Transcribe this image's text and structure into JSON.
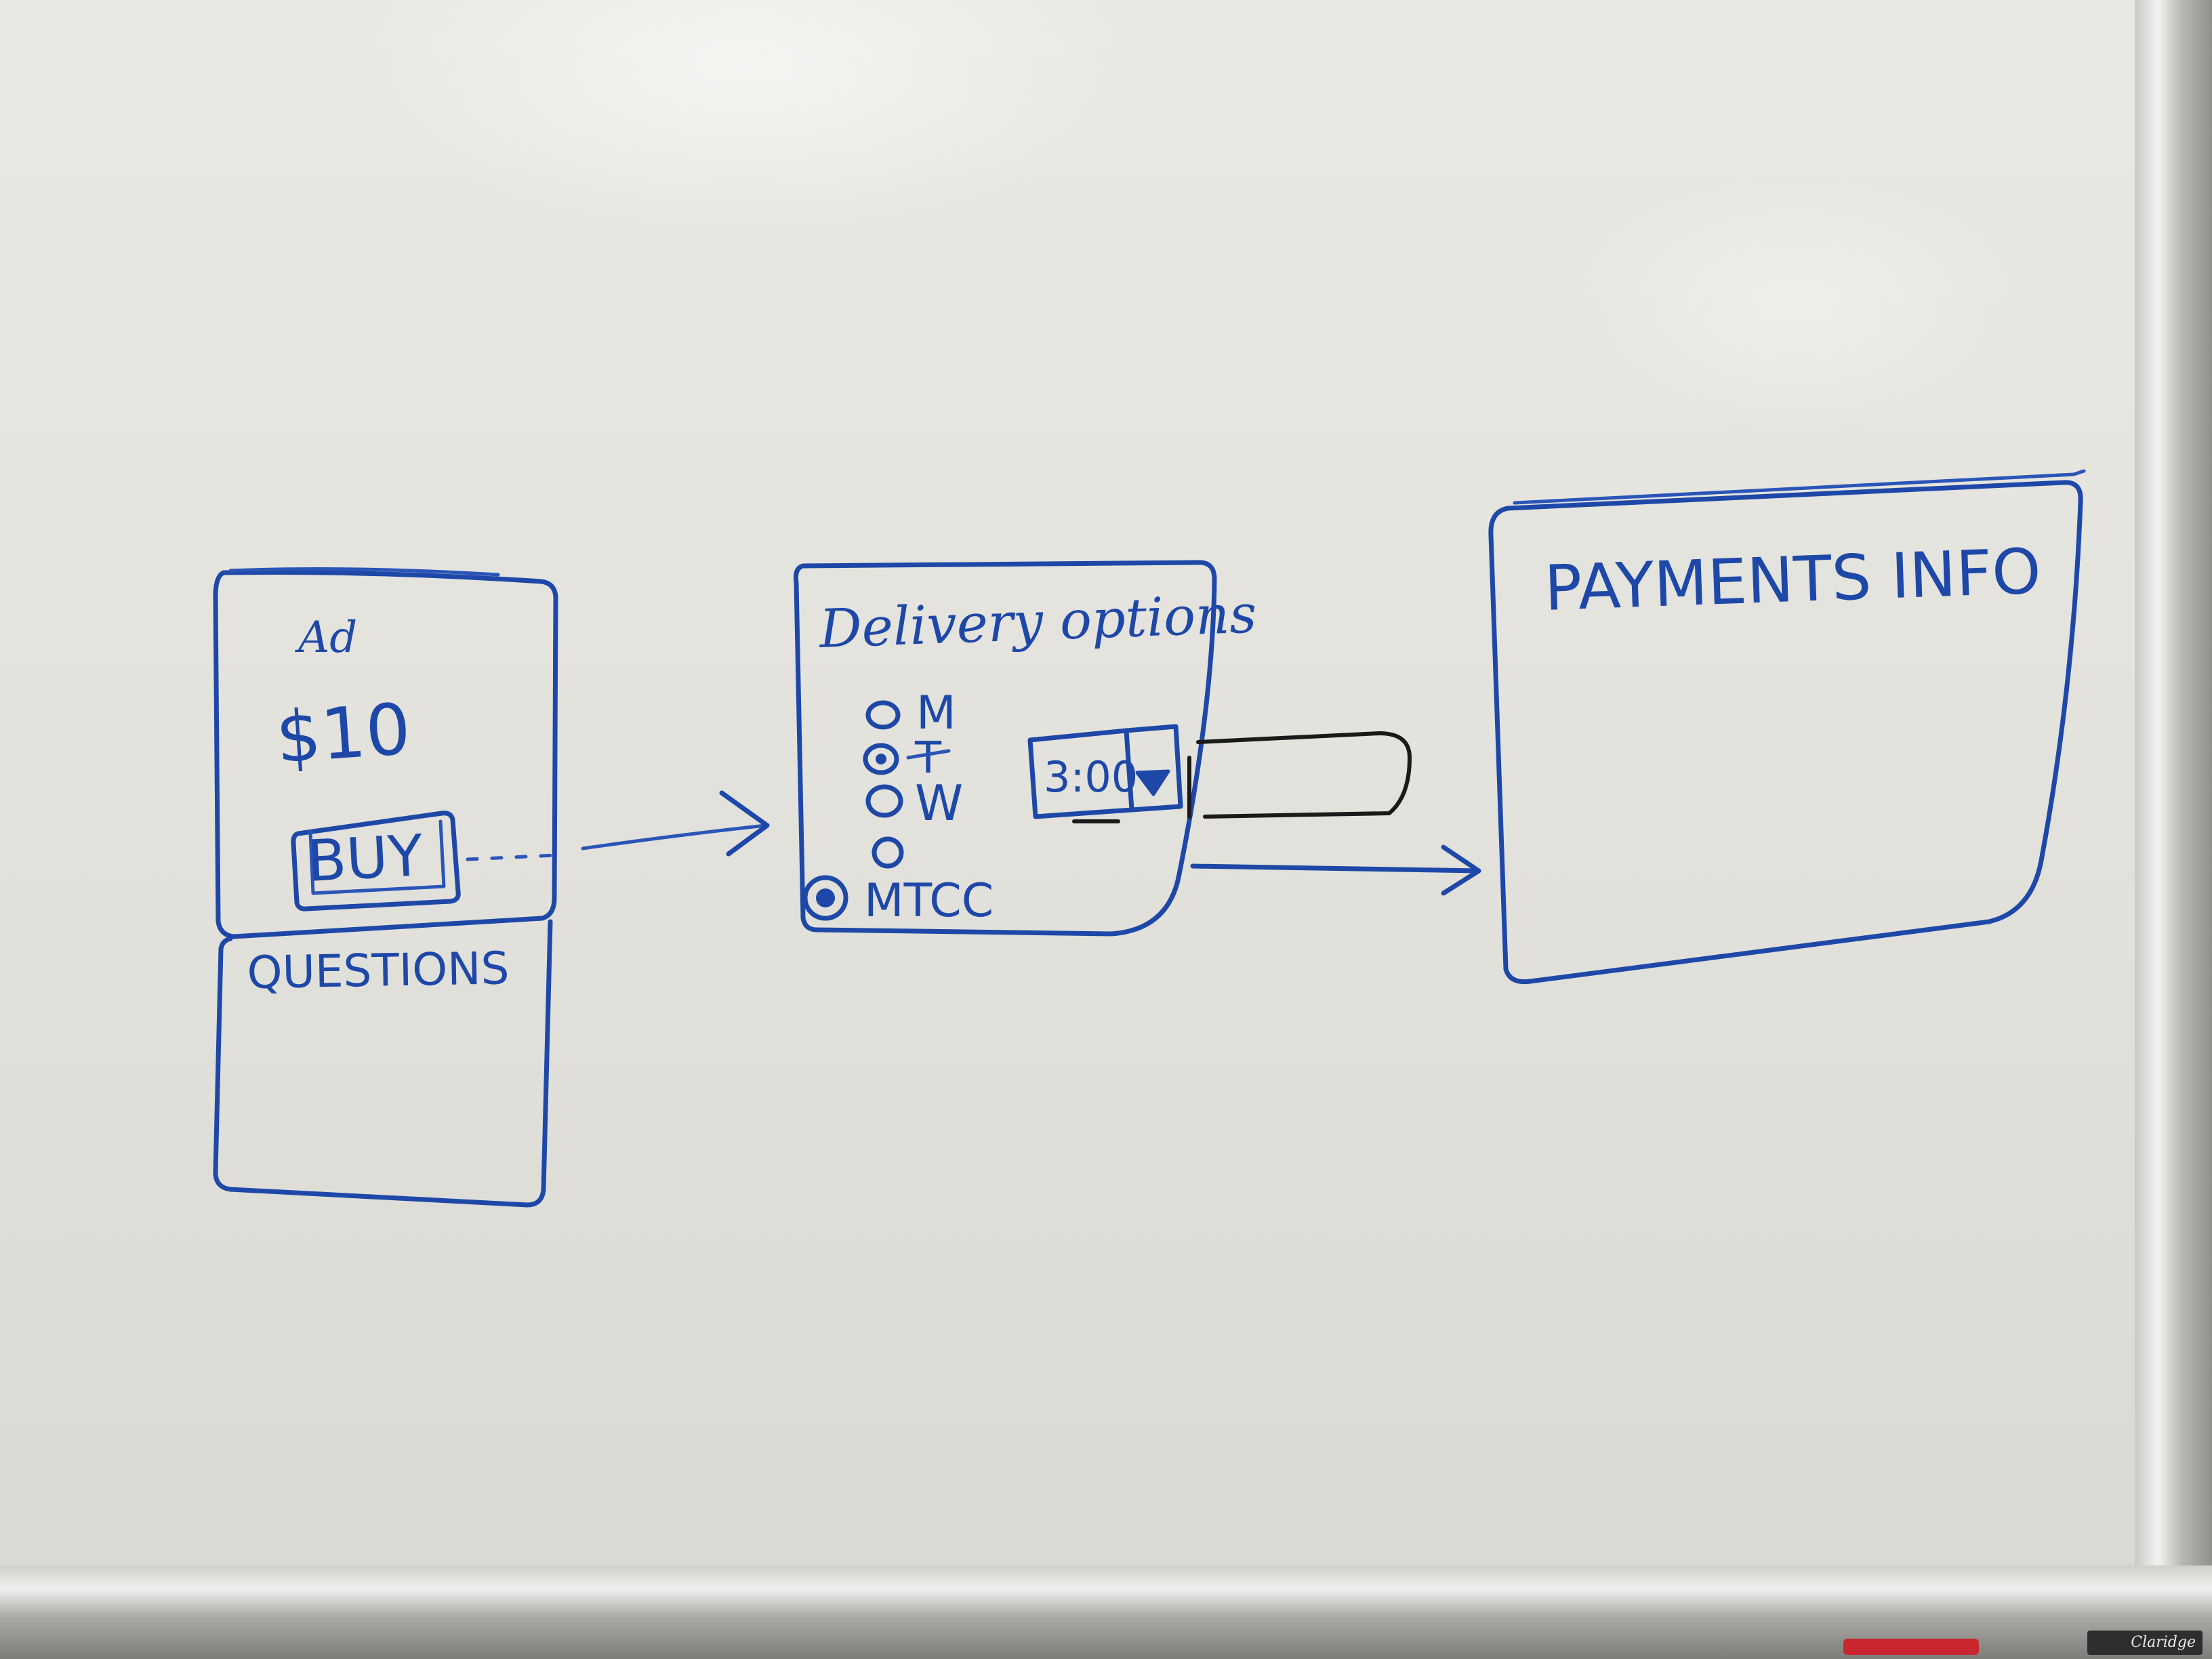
{
  "whiteboard": {
    "brand": "Claridge"
  },
  "ad_screen": {
    "title": "Ad",
    "price": "$10",
    "buy_button": "BUY",
    "questions_label": "QUESTIONS"
  },
  "delivery_screen": {
    "title": "Delivery options",
    "day_options": [
      {
        "label": "M",
        "selected": false
      },
      {
        "label": "T",
        "selected": true
      },
      {
        "label": "W",
        "selected": false
      },
      {
        "label": "",
        "selected": false
      }
    ],
    "location_option": {
      "label": "MTCC",
      "selected": true
    },
    "time_select": {
      "value": "3:00"
    }
  },
  "payments_screen": {
    "title": "PAYMENTS INFO"
  },
  "colors": {
    "board": "#e6e5e0",
    "blue_marker": "#1e48a8",
    "black_marker": "#1a1a1a"
  }
}
